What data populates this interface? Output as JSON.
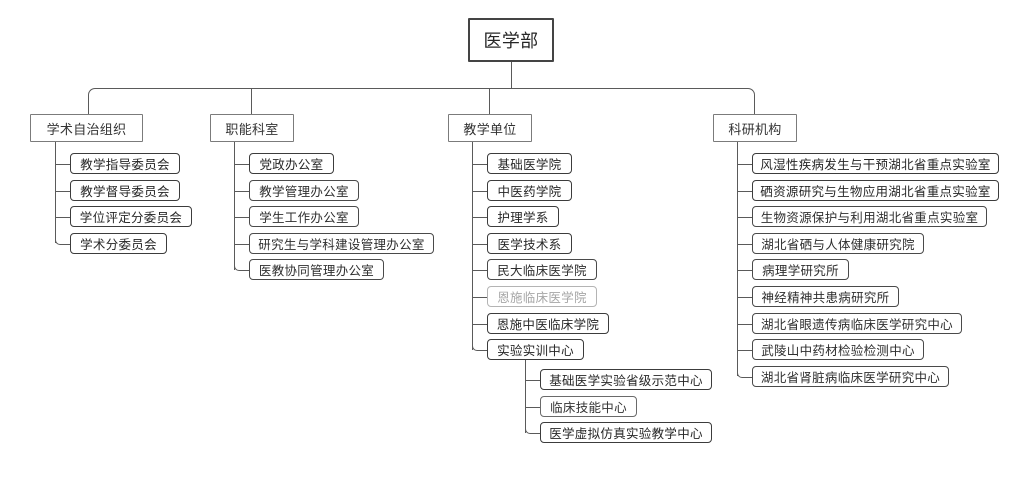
{
  "diagram": {
    "type": "org-chart",
    "orientation": "top-down-then-left-list",
    "line_color": "#5a5a5a",
    "box_color": "#3c3c3c",
    "muted_color": "#a6a6a6",
    "background": "#ffffff"
  },
  "root": {
    "label": "医学部"
  },
  "branches": [
    {
      "label": "学术自治组织",
      "children": [
        {
          "label": "教学指导委员会",
          "muted": false,
          "strong": true
        },
        {
          "label": "教学督导委员会",
          "muted": false,
          "strong": true
        },
        {
          "label": "学位评定分委员会",
          "muted": false,
          "strong": true
        },
        {
          "label": "学术分委员会",
          "muted": false,
          "strong": true
        }
      ]
    },
    {
      "label": "职能科室",
      "children": [
        {
          "label": "党政办公室",
          "muted": false,
          "strong": true
        },
        {
          "label": "教学管理办公室",
          "muted": false,
          "strong": false
        },
        {
          "label": "学生工作办公室",
          "muted": false,
          "strong": false
        },
        {
          "label": "研究生与学科建设管理办公室",
          "muted": false,
          "strong": false
        },
        {
          "label": "医教协同管理办公室",
          "muted": false,
          "strong": false
        }
      ]
    },
    {
      "label": "教学单位",
      "children": [
        {
          "label": "基础医学院",
          "muted": false,
          "strong": true
        },
        {
          "label": "中医药学院",
          "muted": false,
          "strong": true
        },
        {
          "label": "护理学系",
          "muted": false,
          "strong": true
        },
        {
          "label": "医学技术系",
          "muted": false,
          "strong": true
        },
        {
          "label": "民大临床医学院",
          "muted": false,
          "strong": false
        },
        {
          "label": "恩施临床医学院",
          "muted": true,
          "strong": false
        },
        {
          "label": "恩施中医临床学院",
          "muted": false,
          "strong": true
        },
        {
          "label": "实验实训中心",
          "muted": false,
          "strong": true,
          "children": [
            {
              "label": "基础医学实验省级示范中心",
              "muted": false,
              "strong": true
            },
            {
              "label": "临床技能中心",
              "muted": false,
              "strong": false
            },
            {
              "label": "医学虚拟仿真实验教学中心",
              "muted": false,
              "strong": true
            }
          ]
        }
      ]
    },
    {
      "label": "科研机构",
      "children": [
        {
          "label": "风湿性疾病发生与干预湖北省重点实验室",
          "muted": false,
          "strong": true
        },
        {
          "label": "硒资源研究与生物应用湖北省重点实验室",
          "muted": false,
          "strong": true
        },
        {
          "label": "生物资源保护与利用湖北省重点实验室",
          "muted": false,
          "strong": false
        },
        {
          "label": "湖北省硒与人体健康研究院",
          "muted": false,
          "strong": false
        },
        {
          "label": "病理学研究所",
          "muted": false,
          "strong": false
        },
        {
          "label": "神经精神共患病研究所",
          "muted": false,
          "strong": false
        },
        {
          "label": "湖北省眼遗传病临床医学研究中心",
          "muted": false,
          "strong": false
        },
        {
          "label": "武陵山中药材检验检测中心",
          "muted": false,
          "strong": false
        },
        {
          "label": "湖北省肾脏病临床医学研究中心",
          "muted": false,
          "strong": false
        }
      ]
    }
  ]
}
